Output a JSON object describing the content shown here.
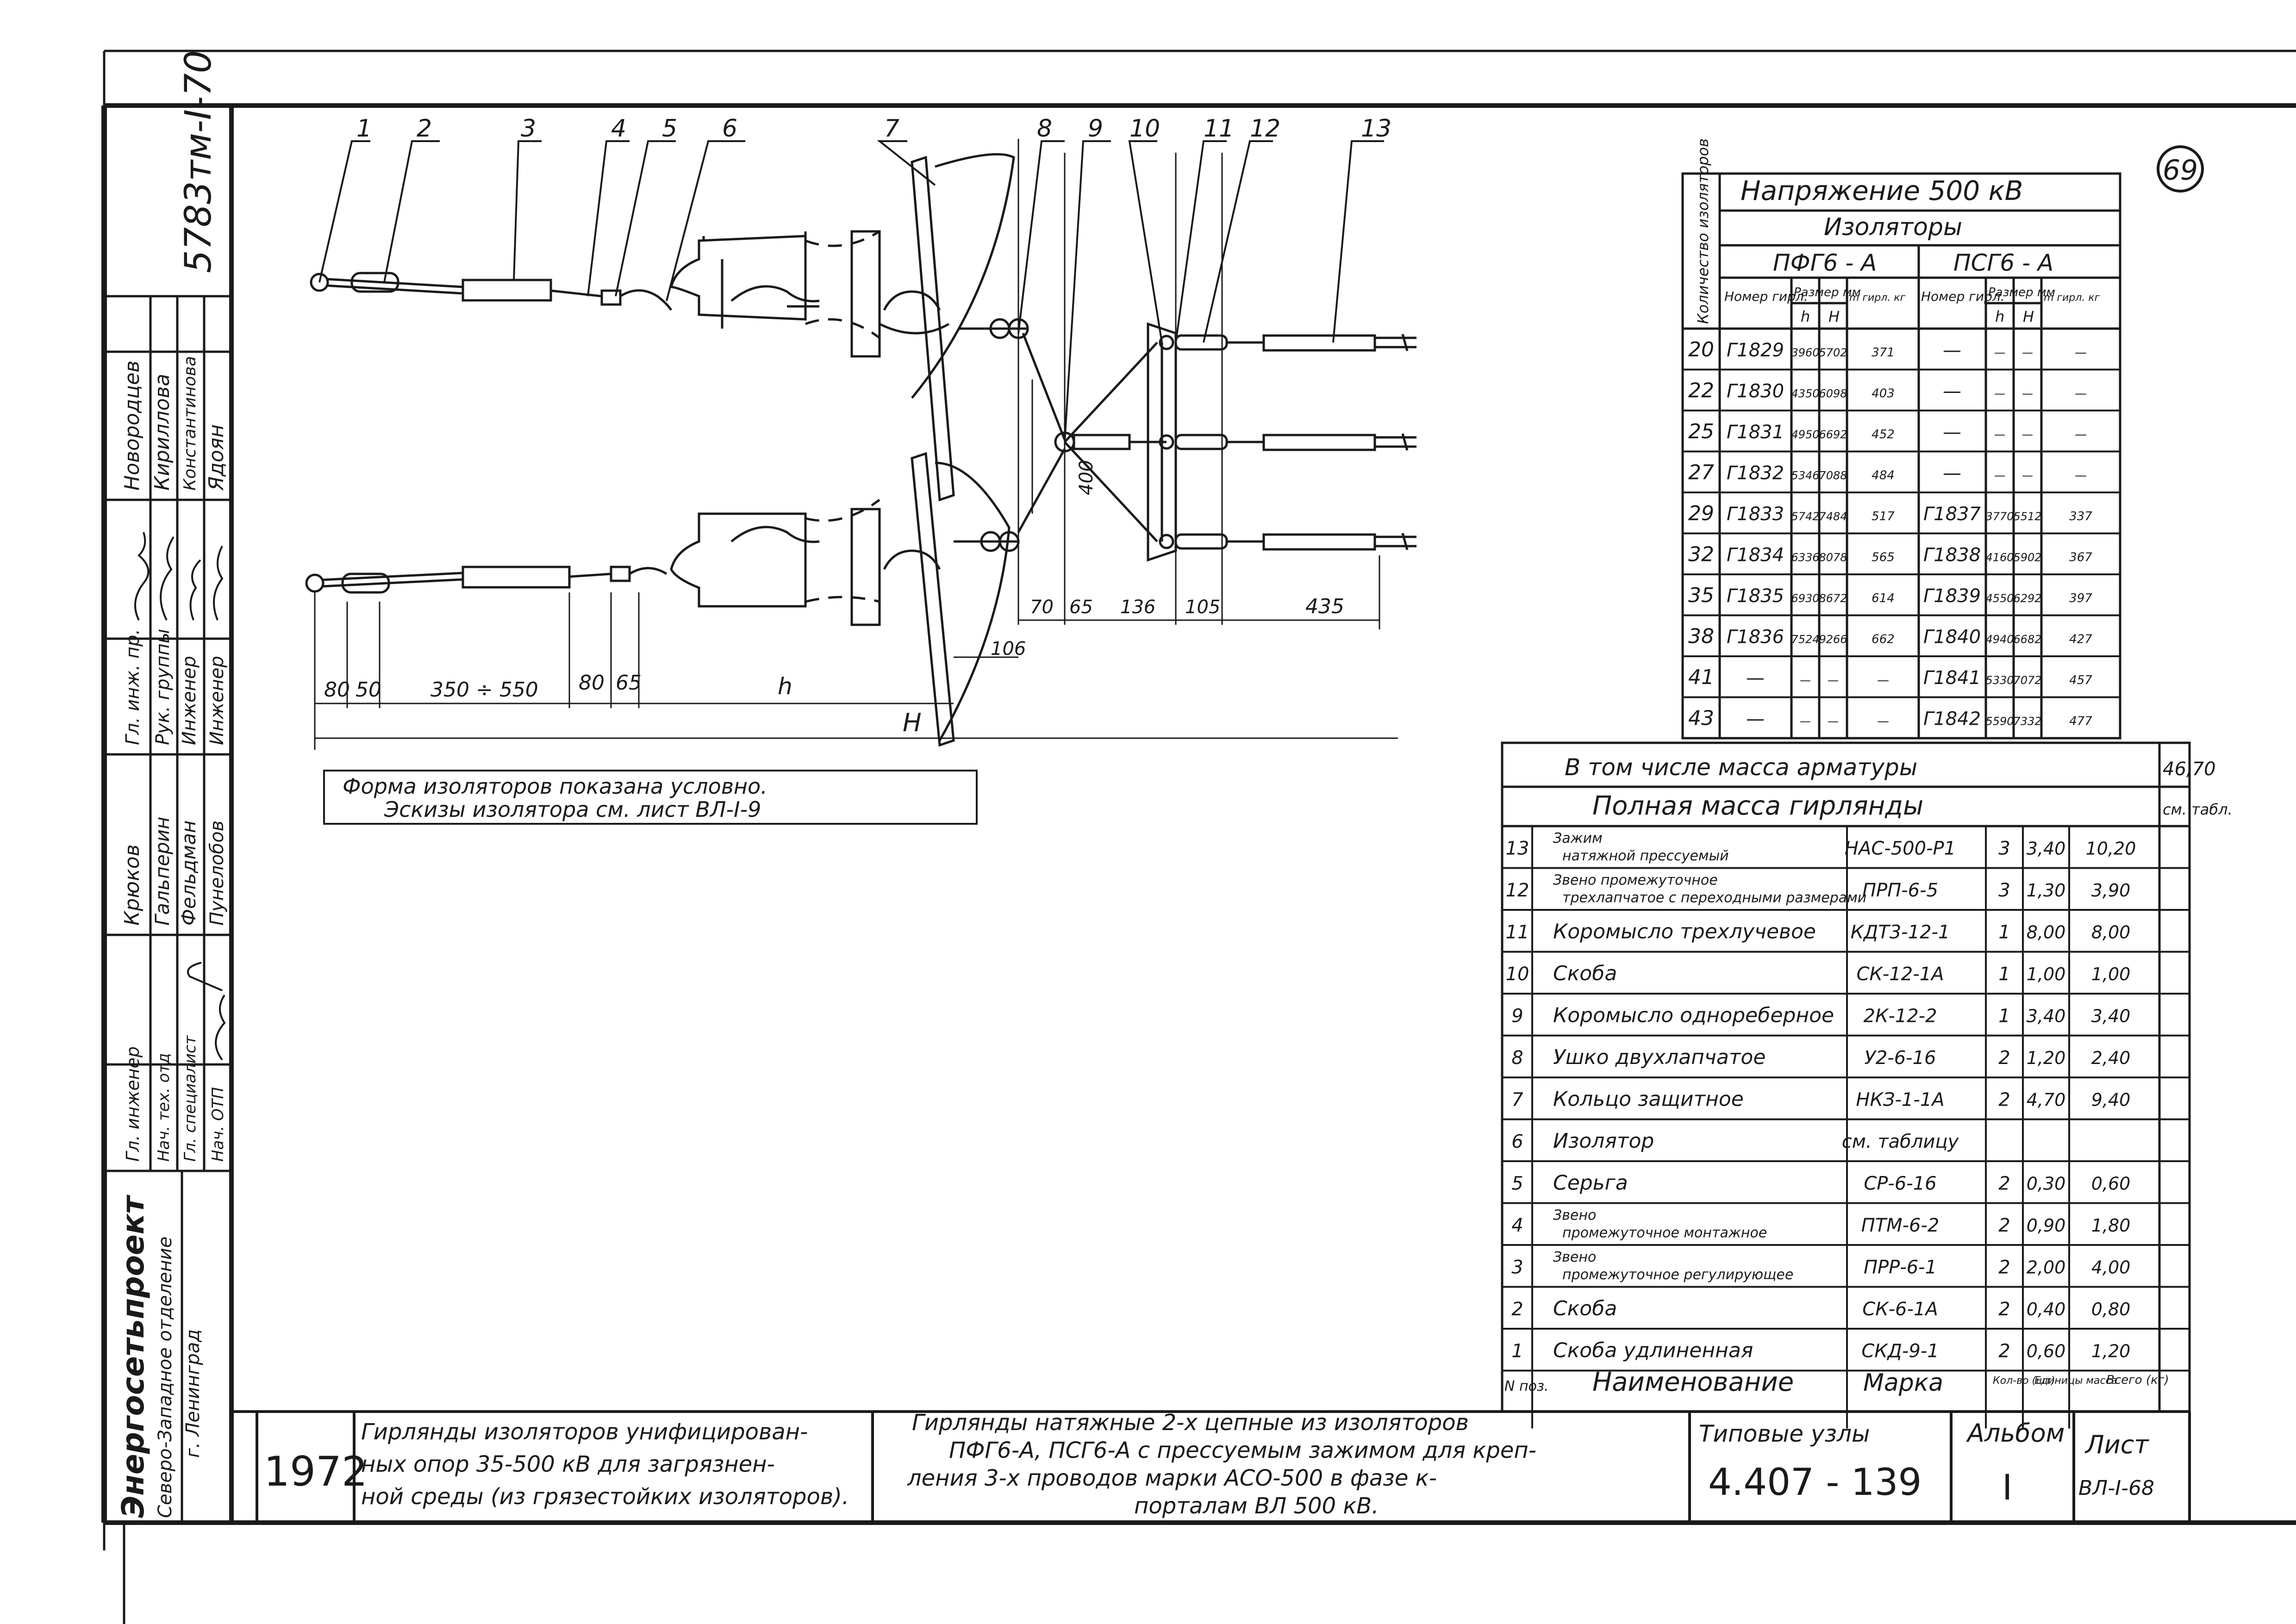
{
  "sheet_number": "69",
  "drawing_number": "5783тм-I-70",
  "part_labels": [
    "1",
    "2",
    "3",
    "4",
    "5",
    "6",
    "7",
    "8",
    "9",
    "10",
    "11",
    "12",
    "13"
  ],
  "dimensions": {
    "d80": "80",
    "d50": "50",
    "d350_550": "350 ÷ 550",
    "d80b": "80",
    "d65": "65",
    "h": "h",
    "H": "H",
    "d106": "106",
    "d70": "70",
    "d65b": "65",
    "d136": "136",
    "d105": "105",
    "d435": "435",
    "d400": "400"
  },
  "note": {
    "line1": "Форма изоляторов показана условно.",
    "line2": "Эскизы изолятора см. лист ВЛ-I-9"
  },
  "voltage_table": {
    "qty_header": "Количество изоляторов",
    "title": "Напряжение 500 кВ",
    "subtitle": "Изоляторы",
    "group1": "ПФГ6 - А",
    "group2": "ПСГ6 - А",
    "sub_number": "Номер гирл.",
    "sub_size": "Размер мм",
    "sub_mass": "m гирл. кг",
    "sub_h": "h",
    "sub_H": "H",
    "rows": [
      [
        "20",
        "Г1829",
        "3960",
        "5702",
        "371",
        "—",
        "—",
        "—",
        "—"
      ],
      [
        "22",
        "Г1830",
        "4350",
        "6098",
        "403",
        "—",
        "—",
        "—",
        "—"
      ],
      [
        "25",
        "Г1831",
        "4950",
        "6692",
        "452",
        "—",
        "—",
        "—",
        "—"
      ],
      [
        "27",
        "Г1832",
        "5346",
        "7088",
        "484",
        "—",
        "—",
        "—",
        "—"
      ],
      [
        "29",
        "Г1833",
        "5742",
        "7484",
        "517",
        "Г1837",
        "3770",
        "5512",
        "337"
      ],
      [
        "32",
        "Г1834",
        "6336",
        "8078",
        "565",
        "Г1838",
        "4160",
        "5902",
        "367"
      ],
      [
        "35",
        "Г1835",
        "6930",
        "8672",
        "614",
        "Г1839",
        "4550",
        "6292",
        "397"
      ],
      [
        "38",
        "Г1836",
        "7524",
        "9266",
        "662",
        "Г1840",
        "4940",
        "6682",
        "427"
      ],
      [
        "41",
        "—",
        "—",
        "—",
        "—",
        "Г1841",
        "5330",
        "7072",
        "457"
      ],
      [
        "43",
        "—",
        "—",
        "—",
        "—",
        "Г1842",
        "5590",
        "7332",
        "477"
      ]
    ]
  },
  "parts_table": {
    "armature_label": "В том числе масса арматуры",
    "armature_value": "46,70",
    "total_label": "Полная масса гирлянды",
    "total_value": "см. табл.",
    "rows": [
      [
        "13",
        "Зажим натяжной прессуемый",
        "НАС-500-Р1",
        "3",
        "3,40",
        "10,20"
      ],
      [
        "12",
        "Звено промежуточное трехлапчатое с переходными размерами",
        "ПРП-6-5",
        "3",
        "1,30",
        "3,90"
      ],
      [
        "11",
        "Коромысло трехлучевое",
        "КДТ3-12-1",
        "1",
        "8,00",
        "8,00"
      ],
      [
        "10",
        "Скоба",
        "СК-12-1А",
        "1",
        "1,00",
        "1,00"
      ],
      [
        "9",
        "Коромысло однореберное",
        "2К-12-2",
        "1",
        "3,40",
        "3,40"
      ],
      [
        "8",
        "Ушко двухлапчатое",
        "У2-6-16",
        "2",
        "1,20",
        "2,40"
      ],
      [
        "7",
        "Кольцо защитное",
        "НКЗ-1-1А",
        "2",
        "4,70",
        "9,40"
      ],
      [
        "6",
        "Изолятор",
        "см. таблицу",
        "",
        "",
        ""
      ],
      [
        "5",
        "Серьга",
        "СР-6-16",
        "2",
        "0,30",
        "0,60"
      ],
      [
        "4",
        "Звено промежуточное монтажное",
        "ПТМ-6-2",
        "2",
        "0,90",
        "1,80"
      ],
      [
        "3",
        "Звено промежуточное регулирующее",
        "ПРР-6-1",
        "2",
        "2,00",
        "4,00"
      ],
      [
        "2",
        "Скоба",
        "СК-6-1А",
        "2",
        "0,40",
        "0,80"
      ],
      [
        "1",
        "Скоба удлиненная",
        "СКД-9-1",
        "2",
        "0,60",
        "1,20"
      ]
    ],
    "header": {
      "pos": "N поз.",
      "name": "Наименование",
      "mark": "Марка",
      "qty": "Кол-во (шт)",
      "unit": "Единицы масса",
      "total": "Всего (кг)"
    }
  },
  "title_block": {
    "year": "1972",
    "col1": {
      "line1": "Гирлянды изоляторов унифицирован-",
      "line2": "ных опор    35-500 кВ для загрязнен-",
      "line3": "ной среды (из грязестойких изоляторов)."
    },
    "col2": {
      "line1": "Гирлянды натяжные 2-х цепные из изоляторов",
      "line2": "ПФГ6-А, ПСГ6-А с прессуемым зажимом для креп-",
      "line3": "ления 3-х проводов марки АСО-500 в фазе к-",
      "line4": "порталам ВЛ 500 кВ."
    },
    "series_label": "Типовые узлы",
    "series_number": "4.407 - 139",
    "album_label": "Альбом",
    "album_number": "I",
    "sheet_label": "Лист",
    "sheet_value": "ВЛ-I-68"
  },
  "side_stamp": {
    "org": "Энергосетьпроект",
    "branch1": "Северо-Западное отделение",
    "branch2": "г. Ленинград",
    "roles_a": [
      "Гл. инженер",
      "Нач. тех. отд",
      "Гл. специалист",
      "Нач. ОТП"
    ],
    "names_a": [
      "Крюков",
      "Гальперин",
      "Фельдман",
      "Пунелобов"
    ],
    "roles_b": [
      "Гл. инж. пр.",
      "Рук. группы",
      "Инженер",
      "Инженер"
    ],
    "names_b": [
      "Новородцев",
      "Кириллова",
      "Константинова",
      "Ядоян"
    ]
  }
}
